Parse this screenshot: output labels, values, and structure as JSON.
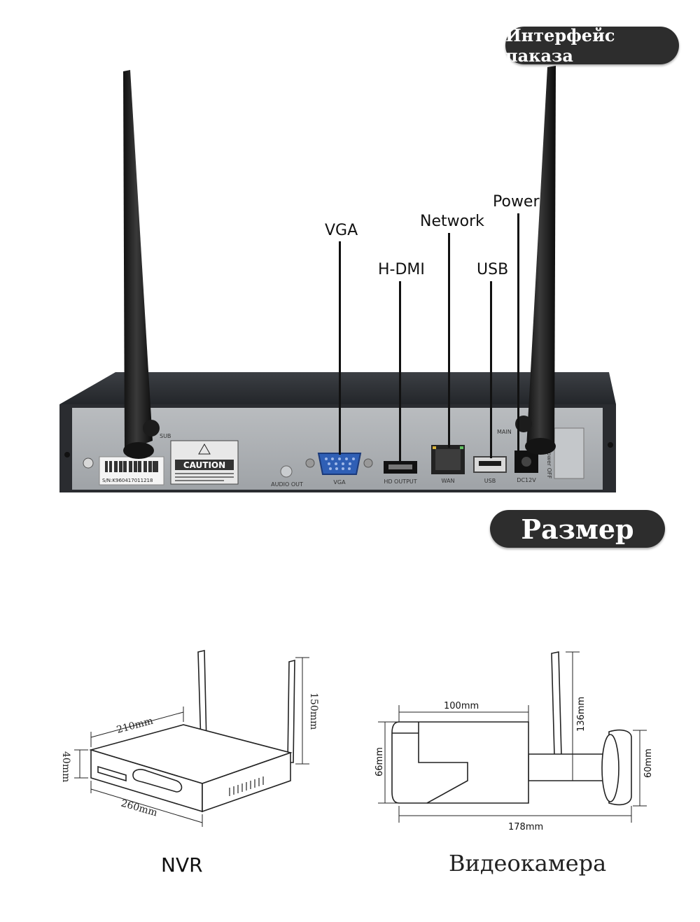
{
  "badges": {
    "interface": "Интерфейс паказа",
    "size": "Размер"
  },
  "ports": {
    "vga": "VGA",
    "hdmi": "H-DMI",
    "network": "Network",
    "usb": "USB",
    "power": "Power"
  },
  "panel_print": {
    "sub": "SUB",
    "main": "MAIN",
    "caution": "CAUTION",
    "serial": "S/N:K960417011218",
    "audio_out": "AUDIO OUT",
    "vga": "VGA",
    "hd_output": "HD OUTPUT",
    "wan": "WAN",
    "usb": "USB",
    "dc12v": "DC12V",
    "power_off": "Power OFF"
  },
  "nvr_dims": {
    "width": "210mm",
    "depth": "260mm",
    "height": "40mm",
    "antenna": "150mm"
  },
  "cam_dims": {
    "body_length": "100mm",
    "total_length": "178mm",
    "body_height": "66mm",
    "mount_height": "60mm",
    "antenna": "136mm"
  },
  "captions": {
    "nvr": "NVR",
    "camera": "Видеокамера"
  }
}
